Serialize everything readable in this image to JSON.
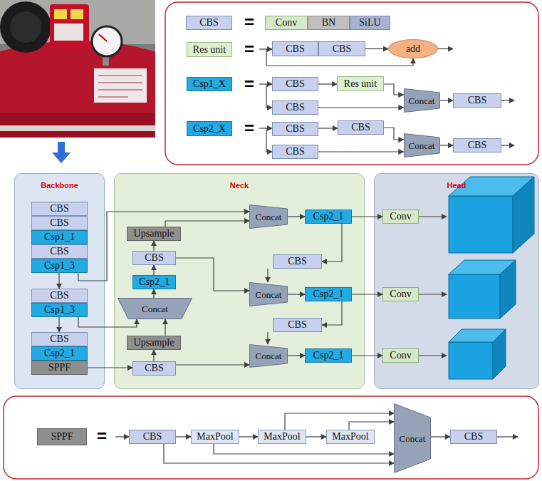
{
  "diagram": {
    "nodes": [
      {
        "text": [
          "CBS"
        ]
      },
      {
        "text": [
          "Conv"
        ]
      },
      {
        "text": [
          "BN"
        ]
      },
      {
        "text": [
          "SiLU"
        ]
      },
      {
        "text": [
          "Res unit"
        ]
      },
      {
        "text": [
          "CBS"
        ]
      },
      {
        "text": [
          "CBS"
        ]
      },
      {
        "text": [
          "add"
        ]
      },
      {
        "text": [
          "Csp1_X"
        ]
      },
      {
        "text": [
          "CBS"
        ]
      },
      {
        "text": [
          "Res unit"
        ]
      },
      {
        "text": [
          "CBS"
        ]
      },
      {
        "text": [
          "Concat"
        ]
      },
      {
        "text": [
          "CBS"
        ]
      },
      {
        "text": [
          "Csp2_X"
        ]
      },
      {
        "text": [
          "CBS"
        ]
      },
      {
        "text": [
          "CBS"
        ]
      },
      {
        "text": [
          "CBS"
        ]
      },
      {
        "text": [
          "Concat"
        ]
      },
      {
        "text": [
          "CBS"
        ]
      },
      {
        "text": [
          "Backbone"
        ]
      },
      {
        "text": [
          "CBS"
        ],
        "in": 20
      },
      {
        "text": [
          "CBS"
        ],
        "in": 20
      },
      {
        "text": [
          "Csp1_1"
        ],
        "in": 20
      },
      {
        "text": [
          "CBS"
        ],
        "in": 20
      },
      {
        "text": [
          "Csp1_3"
        ],
        "in": 20
      },
      {
        "text": [
          "CBS"
        ],
        "in": 20
      },
      {
        "text": [
          "Csp1_3"
        ],
        "in": 20
      },
      {
        "text": [
          "CBS"
        ],
        "in": 20
      },
      {
        "text": [
          "Csp2_1"
        ],
        "in": 20
      },
      {
        "text": [
          "SPPF"
        ],
        "in": 20
      },
      {
        "text": [
          "Neck"
        ]
      },
      {
        "text": [
          "Concat"
        ],
        "in": 31
      },
      {
        "text": [
          "Csp2_1"
        ],
        "in": 31
      },
      {
        "text": [
          "Upsample"
        ],
        "in": 31
      },
      {
        "text": [
          "CBS"
        ],
        "in": 31
      },
      {
        "text": [
          "CBS"
        ],
        "in": 31
      },
      {
        "text": [
          "Csp2_1"
        ],
        "in": 31
      },
      {
        "text": [
          "Concat"
        ],
        "in": 31
      },
      {
        "text": [
          "Csp2_1"
        ],
        "in": 31
      },
      {
        "text": [
          "Concat"
        ],
        "in": 31
      },
      {
        "text": [
          "CBS"
        ],
        "in": 31
      },
      {
        "text": [
          "Upsample"
        ],
        "in": 31
      },
      {
        "text": [
          "Concat"
        ],
        "in": 31
      },
      {
        "text": [
          "Csp2_1"
        ],
        "in": 31
      },
      {
        "text": [
          "CBS"
        ],
        "in": 31
      },
      {
        "text": [
          "Head"
        ]
      },
      {
        "text": [
          "Conv"
        ],
        "in": 46
      },
      {
        "text": [
          "Conv"
        ],
        "in": 46
      },
      {
        "text": [
          "Conv"
        ],
        "in": 46
      },
      {
        "text": [
          "SPPF"
        ]
      },
      {
        "text": [
          "CBS"
        ]
      },
      {
        "text": [
          "MaxPool"
        ]
      },
      {
        "text": [
          "MaxPool"
        ]
      },
      {
        "text": [
          "MaxPool"
        ]
      },
      {
        "text": [
          "Concat"
        ]
      },
      {
        "text": [
          "CBS"
        ]
      }
    ],
    "edges": [
      {
        "from": 6,
        "to": 7,
        "arrow": "to"
      },
      {
        "from": 9,
        "to": 10,
        "arrow": "to"
      },
      {
        "from": 10,
        "to": 12,
        "arrow": "to"
      },
      {
        "from": 11,
        "to": 12,
        "arrow": "to"
      },
      {
        "from": 12,
        "to": 13,
        "arrow": "to"
      },
      {
        "from": 15,
        "to": 16,
        "arrow": "to"
      },
      {
        "from": 16,
        "to": 18,
        "arrow": "to"
      },
      {
        "from": 17,
        "to": 18,
        "arrow": "to"
      },
      {
        "from": 18,
        "to": 19,
        "arrow": "to"
      },
      {
        "from": 25,
        "to": 26,
        "arrow": "to"
      },
      {
        "from": 27,
        "to": 28,
        "arrow": "to"
      },
      {
        "from": 25,
        "to": 32,
        "arrow": "to"
      },
      {
        "from": 27,
        "to": 40,
        "arrow": "to"
      },
      {
        "from": 30,
        "to": 45,
        "arrow": "to"
      },
      {
        "from": 45,
        "to": 42,
        "arrow": "to"
      },
      {
        "from": 42,
        "to": 40,
        "arrow": "to"
      },
      {
        "from": 40,
        "to": 37,
        "arrow": "to"
      },
      {
        "from": 37,
        "to": 35,
        "arrow": "to"
      },
      {
        "from": 35,
        "to": 34,
        "arrow": "to"
      },
      {
        "from": 34,
        "to": 32,
        "arrow": "to"
      },
      {
        "from": 32,
        "to": 33,
        "arrow": "to"
      },
      {
        "from": 33,
        "to": 47,
        "arrow": "to"
      },
      {
        "from": 33,
        "to": 36,
        "arrow": "to"
      },
      {
        "from": 35,
        "to": 38,
        "arrow": "to"
      },
      {
        "from": 36,
        "to": 38,
        "arrow": "to"
      },
      {
        "from": 38,
        "to": 39,
        "arrow": "to"
      },
      {
        "from": 39,
        "to": 48,
        "arrow": "to"
      },
      {
        "from": 39,
        "to": 41,
        "arrow": "to"
      },
      {
        "from": 41,
        "to": 43,
        "arrow": "to"
      },
      {
        "from": 45,
        "to": 43,
        "arrow": "to"
      },
      {
        "from": 43,
        "to": 44,
        "arrow": "to"
      },
      {
        "from": 44,
        "to": 49,
        "arrow": "to"
      },
      {
        "from": 51,
        "to": 52,
        "arrow": "to"
      },
      {
        "from": 52,
        "to": 53,
        "arrow": "to"
      },
      {
        "from": 53,
        "to": 54,
        "arrow": "to"
      },
      {
        "from": 51,
        "to": 55,
        "arrow": "to"
      },
      {
        "from": 52,
        "to": 55,
        "arrow": "to"
      },
      {
        "from": 53,
        "to": 55,
        "arrow": "to"
      },
      {
        "from": 54,
        "to": 55,
        "arrow": "to"
      },
      {
        "from": 55,
        "to": 56,
        "arrow": "to"
      }
    ],
    "labels": [
      "=",
      "=",
      "=",
      "=",
      "="
    ]
  }
}
